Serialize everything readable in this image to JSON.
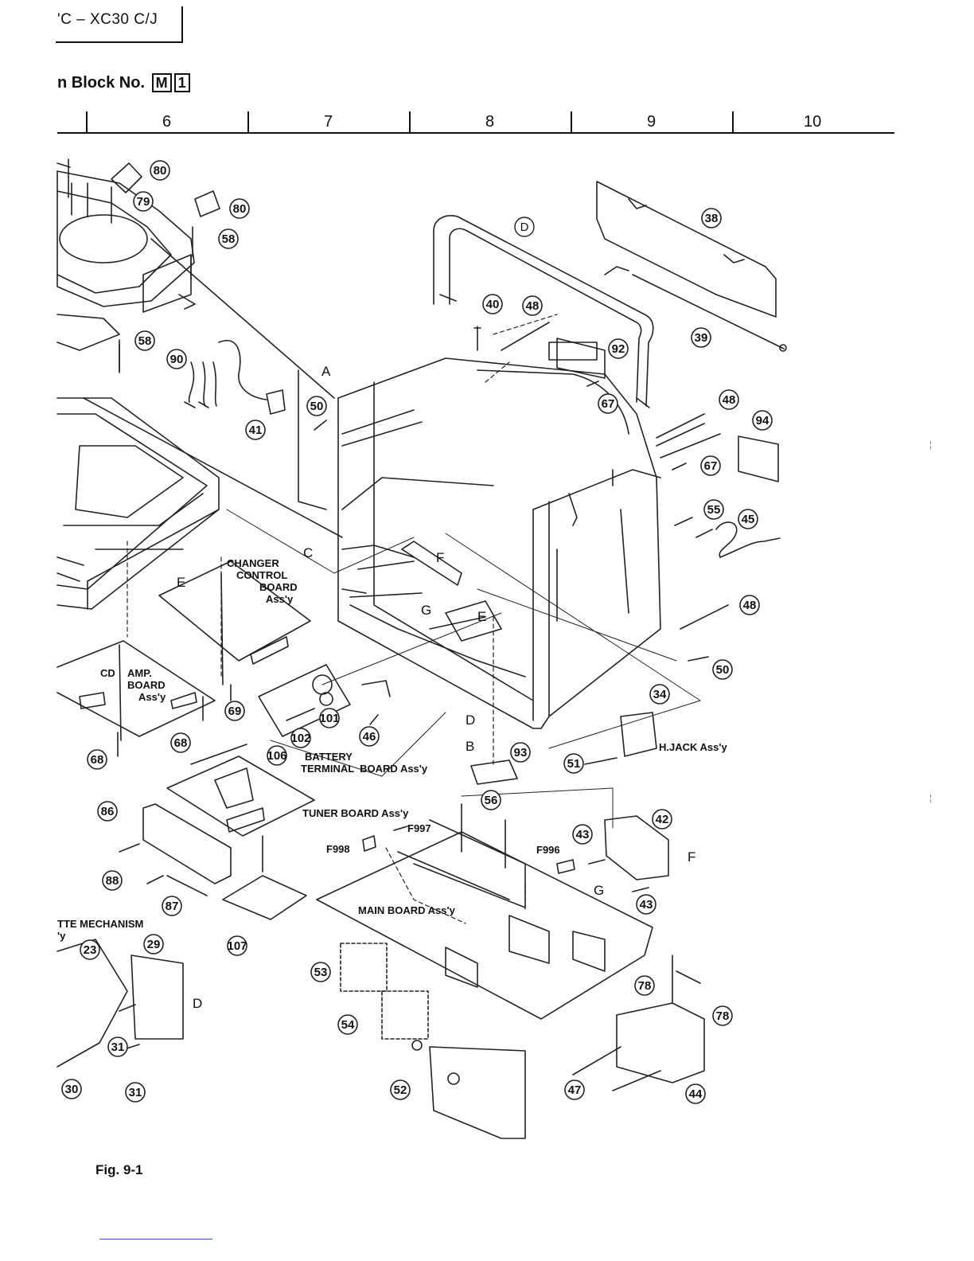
{
  "header": {
    "model": "'C – XC30 C/J",
    "block_prefix": "n Block No.",
    "block_codes": [
      "M",
      "1"
    ]
  },
  "grid_columns": [
    "6",
    "7",
    "8",
    "9",
    "10"
  ],
  "figure_caption": "Fig. 9-1",
  "assembly_labels": {
    "changer_control": [
      "CHANGER",
      "CONTROL",
      "BOARD",
      "Ass'y"
    ],
    "cd_amp": [
      "CD",
      "AMP.",
      "BOARD",
      "Ass'y"
    ],
    "battery_terminal": [
      "BATTERY",
      "TERMINAL  BOARD Ass'y"
    ],
    "tuner": "TUNER BOARD Ass'y",
    "main": "MAIN BOARD Ass'y",
    "hjack": "H.JACK Ass'y",
    "cassette": [
      "TTE MECHANISM",
      "'y"
    ]
  },
  "letters": [
    "A",
    "B",
    "C",
    "D",
    "E",
    "F",
    "G"
  ],
  "fuses": [
    "F998",
    "F997",
    "F996"
  ],
  "part_numbers": [
    "80",
    "79",
    "58",
    "90",
    "41",
    "50",
    "40",
    "48",
    "92",
    "67",
    "38",
    "39",
    "94",
    "55",
    "45",
    "34",
    "101",
    "102",
    "46",
    "106",
    "86",
    "88",
    "87",
    "107",
    "68",
    "69",
    "93",
    "51",
    "56",
    "42",
    "43",
    "53",
    "54",
    "52",
    "47",
    "44",
    "78",
    "23",
    "29",
    "30",
    "31"
  ]
}
